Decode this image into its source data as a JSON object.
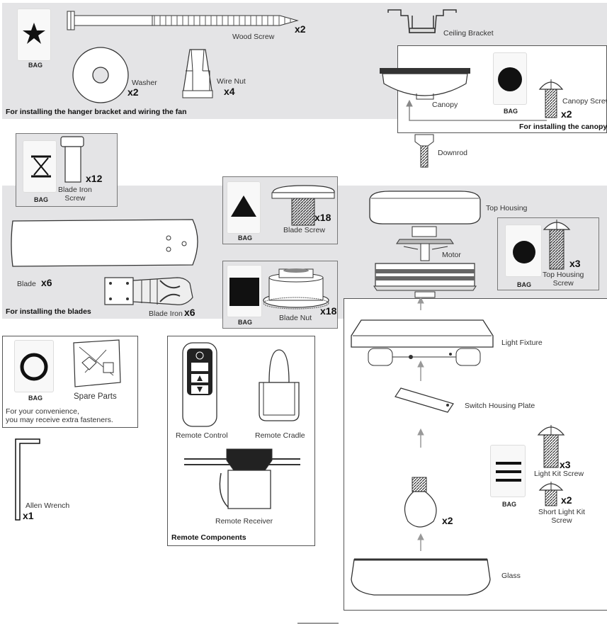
{
  "panels": {
    "hanger": {
      "caption": "For installing the hanger bracket and wiring the fan"
    },
    "canopy": {
      "caption": "For installing the canopy"
    },
    "blades": {
      "caption": "For installing the blades"
    },
    "remote": {
      "caption": "Remote Components"
    },
    "spare": {
      "note": "For your convenience,\nyou may receive extra fasteners."
    }
  },
  "parts": {
    "wood_screw": {
      "label": "Wood Screw",
      "qty": "x2"
    },
    "washer": {
      "label": "Washer",
      "qty": "x2"
    },
    "wire_nut": {
      "label": "Wire Nut",
      "qty": "x4"
    },
    "ceiling_bracket": {
      "label": "Ceiling Bracket"
    },
    "canopy": {
      "label": "Canopy"
    },
    "canopy_screw": {
      "label": "Canopy Screw",
      "qty": "x2"
    },
    "downrod": {
      "label": "Downrod"
    },
    "blade_iron_screw": {
      "label": "Blade Iron\nScrew",
      "qty": "x12"
    },
    "blade_screw": {
      "label": "Blade Screw",
      "qty": "x18"
    },
    "blade": {
      "label": "Blade",
      "qty": "x6"
    },
    "blade_iron": {
      "label": "Blade Iron",
      "qty": "x6"
    },
    "blade_nut": {
      "label": "Blade Nut",
      "qty": "x18"
    },
    "top_housing": {
      "label": "Top Housing"
    },
    "top_housing_screw": {
      "label": "Top Housing\nScrew",
      "qty": "x3"
    },
    "motor": {
      "label": "Motor"
    },
    "light_fixture": {
      "label": "Light Fixture"
    },
    "switch_housing_plate": {
      "label": "Switch Housing Plate"
    },
    "light_kit_screw": {
      "label": "Light Kit Screw",
      "qty": "x3"
    },
    "short_light_kit_screw": {
      "label": "Short Light Kit\nScrew",
      "qty": "x2"
    },
    "bulb": {
      "qty": "x2"
    },
    "glass": {
      "label": "Glass"
    },
    "spare_parts": {
      "label": "Spare Parts"
    },
    "remote_control": {
      "label": "Remote Control"
    },
    "remote_cradle": {
      "label": "Remote Cradle"
    },
    "remote_receiver": {
      "label": "Remote Receiver"
    },
    "allen_wrench": {
      "label": "Allen Wrench",
      "qty": "x1"
    }
  },
  "bag_label": "BAG"
}
